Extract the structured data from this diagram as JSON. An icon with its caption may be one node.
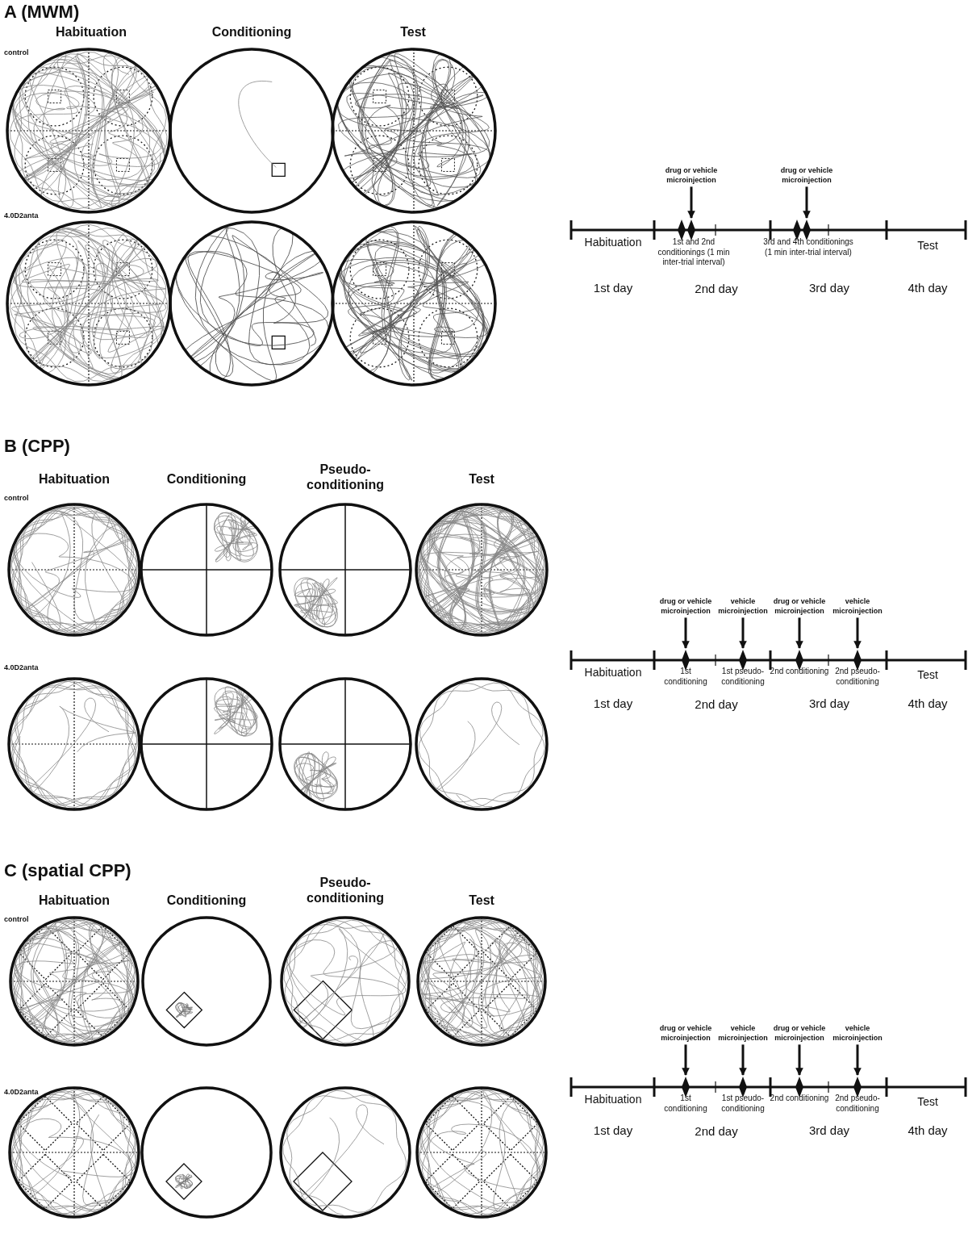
{
  "diagram": {
    "nodes": [
      {
        "text": [
          "drug or vehicle microinjection"
        ]
      },
      {
        "text": [
          "drug or vehicle microinjection"
        ]
      },
      {
        "text": [],
        "shape": "diamond"
      },
      {
        "text": [],
        "shape": "diamond"
      },
      {
        "text": [],
        "shape": "diamond"
      },
      {
        "text": [],
        "shape": "diamond"
      },
      {
        "text": [
          "drug or vehicle microinjection"
        ]
      },
      {
        "text": [
          "vehicle microinjection"
        ]
      },
      {
        "text": [
          "drug or vehicle microinjection"
        ]
      },
      {
        "text": [
          "vehicle microinjection"
        ]
      },
      {
        "text": [],
        "shape": "diamond"
      },
      {
        "text": [],
        "shape": "diamond"
      },
      {
        "text": [],
        "shape": "diamond"
      },
      {
        "text": [],
        "shape": "diamond"
      },
      {
        "text": [
          "drug or vehicle microinjection"
        ]
      },
      {
        "text": [
          "vehicle microinjection"
        ]
      },
      {
        "text": [
          "drug or vehicle microinjection"
        ]
      },
      {
        "text": [
          "vehicle microinjection"
        ]
      },
      {
        "text": [],
        "shape": "diamond"
      },
      {
        "text": [],
        "shape": "diamond"
      },
      {
        "text": [],
        "shape": "diamond"
      },
      {
        "text": [],
        "shape": "diamond"
      }
    ],
    "edges": [
      {
        "from": 0,
        "to": 3,
        "arrow": "to"
      },
      {
        "from": 1,
        "to": 5,
        "arrow": "to"
      },
      {
        "from": 6,
        "to": 10,
        "arrow": "to"
      },
      {
        "from": 7,
        "to": 11,
        "arrow": "to"
      },
      {
        "from": 8,
        "to": 12,
        "arrow": "to"
      },
      {
        "from": 9,
        "to": 13,
        "arrow": "to"
      },
      {
        "from": 14,
        "to": 18,
        "arrow": "to"
      },
      {
        "from": 15,
        "to": 19,
        "arrow": "to"
      },
      {
        "from": 16,
        "to": 20,
        "arrow": "to"
      },
      {
        "from": 17,
        "to": 21,
        "arrow": "to"
      }
    ],
    "labels": [
      "A (MWM)",
      "Habituation",
      "Conditioning",
      "Test",
      "control",
      "4.0D2anta",
      "Habituation",
      "1st and 2nd conditionings (1 min inter-trial interval)",
      "3rd and 4th conditionings (1 min inter-trial interval)",
      "Test",
      "1st day",
      "2nd day",
      "3rd day",
      "4th day",
      "B (CPP)",
      "Habituation",
      "Conditioning",
      "Pseudo-conditioning",
      "Test",
      "control",
      "4.0D2anta",
      "Habituation",
      "1st conditioning",
      "1st pseudo-conditioning",
      "2nd conditioning",
      "2nd pseudo-conditioning",
      "Test",
      "1st day",
      "2nd day",
      "3rd day",
      "4th day",
      "C (spatial CPP)",
      "Habituation",
      "Conditioning",
      "Pseudo-conditioning",
      "Test",
      "control",
      "4.0D2anta",
      "Habituation",
      "1st conditioning",
      "1st pseudo-conditioning",
      "2nd conditioning",
      "2nd pseudo-conditioning",
      "Test",
      "1st day",
      "2nd day",
      "3rd day",
      "4th day"
    ]
  }
}
